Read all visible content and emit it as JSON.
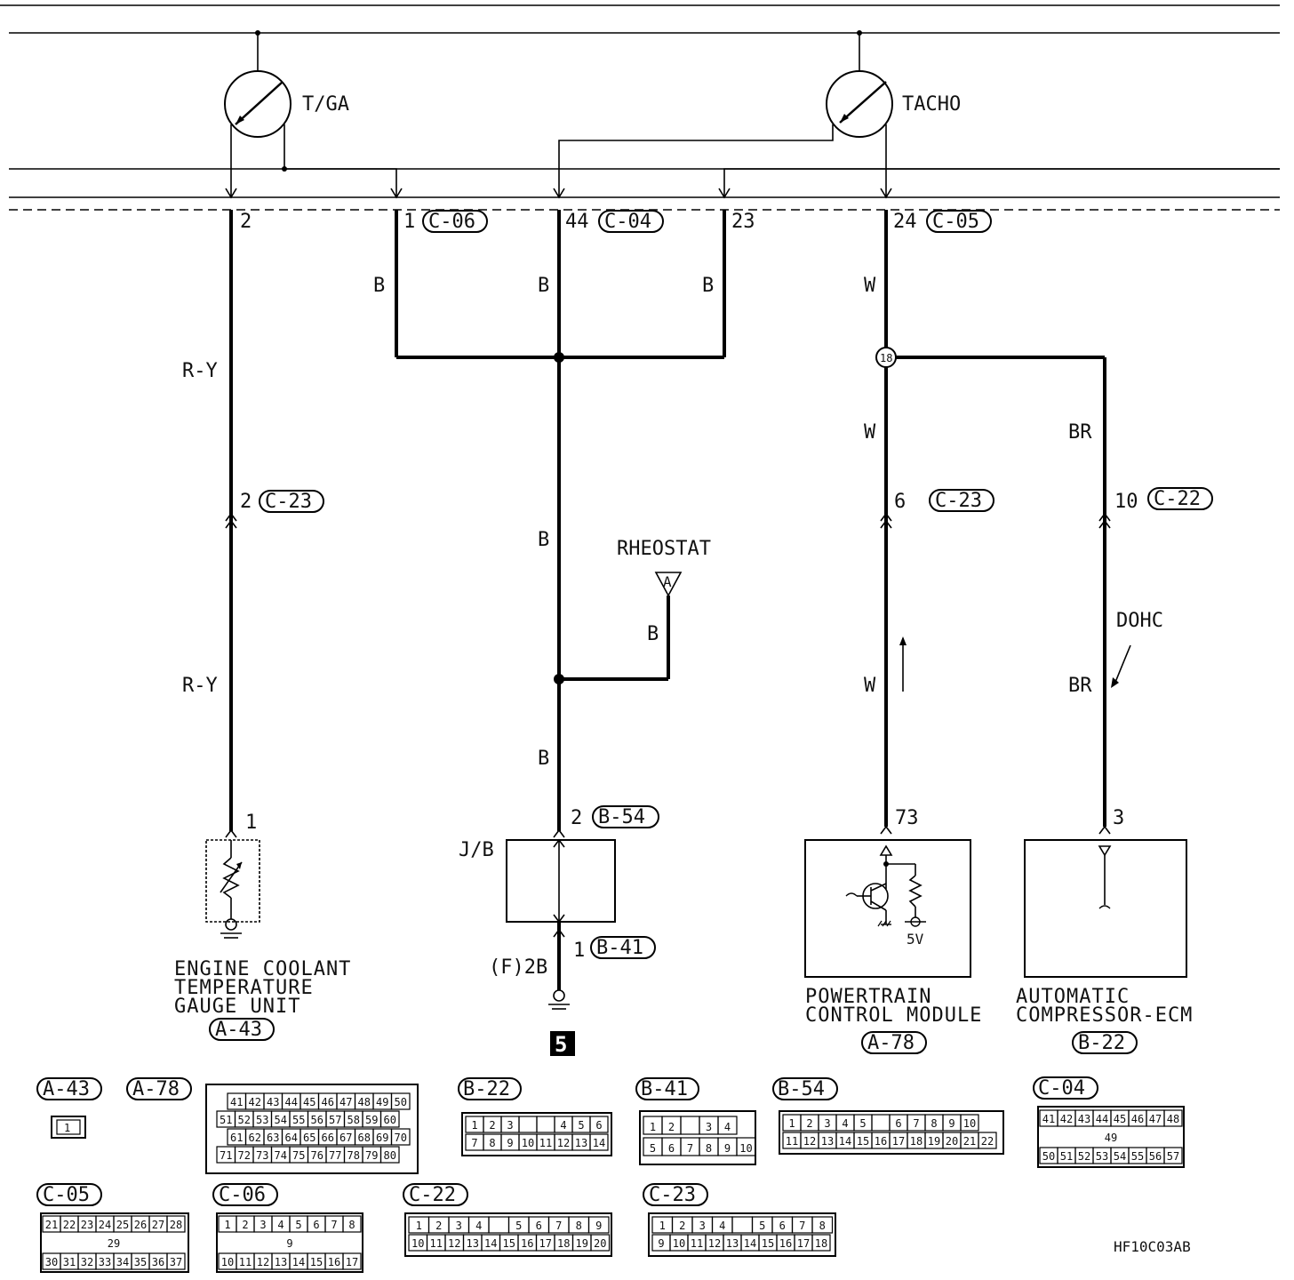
{
  "gauges": {
    "tga": "T/GA",
    "tacho": "TACHO"
  },
  "connectors": {
    "c06": "C-06",
    "c04": "C-04",
    "c05": "C-05",
    "c23": "C-23",
    "c22": "C-22",
    "b54": "B-54",
    "b41": "B-41",
    "a43": "A-43",
    "a78": "A-78",
    "b22": "B-22"
  },
  "pins": {
    "tga_pin": "2",
    "c06_pin": "1",
    "c04_pin": "44",
    "b_pin23": "23",
    "c05_pin": "24",
    "ry_c23_pin": "2",
    "w_c23_pin": "6",
    "br_c22_pin": "10",
    "sensor_pin": "1",
    "jb_top_pin": "2",
    "jb_bottom_pin": "1",
    "pcm_pin": "73",
    "ecm_pin": "3",
    "splice": "18"
  },
  "wire_colors": {
    "ry": "R-Y",
    "b": "B",
    "w": "W",
    "br": "BR"
  },
  "labels": {
    "rheostat": "RHEOSTAT",
    "rheostat_tag": "A",
    "dohc": "DOHC",
    "jb": "J/B",
    "f2b": "(F)2B",
    "ground_no": "5",
    "pcm_5v": "5V",
    "sensor_line1": "ENGINE COOLANT",
    "sensor_line2": "TEMPERATURE",
    "sensor_line3": "GAUGE UNIT",
    "pcm_line1": "POWERTRAIN",
    "pcm_line2": "CONTROL MODULE",
    "ecm_line1": "AUTOMATIC",
    "ecm_line2": "COMPRESSOR-ECM",
    "diagram_code": "HF10C03AB"
  },
  "connector_faces": {
    "a43": [
      "1"
    ],
    "a78": {
      "r1": [
        "41",
        "42",
        "43",
        "44",
        "45",
        "46",
        "47",
        "48",
        "49",
        "50"
      ],
      "r2": [
        "51",
        "52",
        "53",
        "54",
        "55",
        "56",
        "57",
        "58",
        "59",
        "60"
      ],
      "r3": [
        "61",
        "62",
        "63",
        "64",
        "65",
        "66",
        "67",
        "68",
        "69",
        "70"
      ],
      "r4": [
        "71",
        "72",
        "73",
        "74",
        "75",
        "76",
        "77",
        "78",
        "79",
        "80"
      ]
    },
    "b22": {
      "r1": [
        "1",
        "2",
        "3",
        "",
        "",
        "4",
        "5",
        "6"
      ],
      "r2": [
        "7",
        "8",
        "9",
        "10",
        "11",
        "12",
        "13",
        "14"
      ]
    },
    "b41": {
      "r1": [
        "1",
        "2",
        "",
        "3",
        "4"
      ],
      "r2": [
        "5",
        "6",
        "7",
        "8",
        "9",
        "10"
      ]
    },
    "b54": {
      "r1": [
        "1",
        "2",
        "3",
        "4",
        "5",
        "",
        "6",
        "7",
        "8",
        "9",
        "10"
      ],
      "r2": [
        "11",
        "12",
        "13",
        "14",
        "15",
        "16",
        "17",
        "18",
        "19",
        "20",
        "21",
        "22"
      ]
    },
    "c04": {
      "r1": [
        "41",
        "42",
        "43",
        "44",
        "45",
        "46",
        "47",
        "48"
      ],
      "mid": "49",
      "r2": [
        "50",
        "51",
        "52",
        "53",
        "54",
        "55",
        "56",
        "57"
      ]
    },
    "c05": {
      "r1": [
        "21",
        "22",
        "23",
        "24",
        "25",
        "26",
        "27",
        "28"
      ],
      "mid": "29",
      "r2": [
        "30",
        "31",
        "32",
        "33",
        "34",
        "35",
        "36",
        "37"
      ]
    },
    "c06": {
      "r1": [
        "1",
        "2",
        "3",
        "4",
        "5",
        "6",
        "7",
        "8"
      ],
      "mid": "9",
      "r2": [
        "10",
        "11",
        "12",
        "13",
        "14",
        "15",
        "16",
        "17"
      ]
    },
    "c22": {
      "r1": [
        "1",
        "2",
        "3",
        "4",
        "",
        "5",
        "6",
        "7",
        "8",
        "9"
      ],
      "r2": [
        "10",
        "11",
        "12",
        "13",
        "14",
        "15",
        "16",
        "17",
        "18",
        "19",
        "20"
      ]
    },
    "c23": {
      "r1": [
        "1",
        "2",
        "3",
        "4",
        "",
        "5",
        "6",
        "7",
        "8"
      ],
      "r2": [
        "9",
        "10",
        "11",
        "12",
        "13",
        "14",
        "15",
        "16",
        "17",
        "18"
      ]
    }
  }
}
